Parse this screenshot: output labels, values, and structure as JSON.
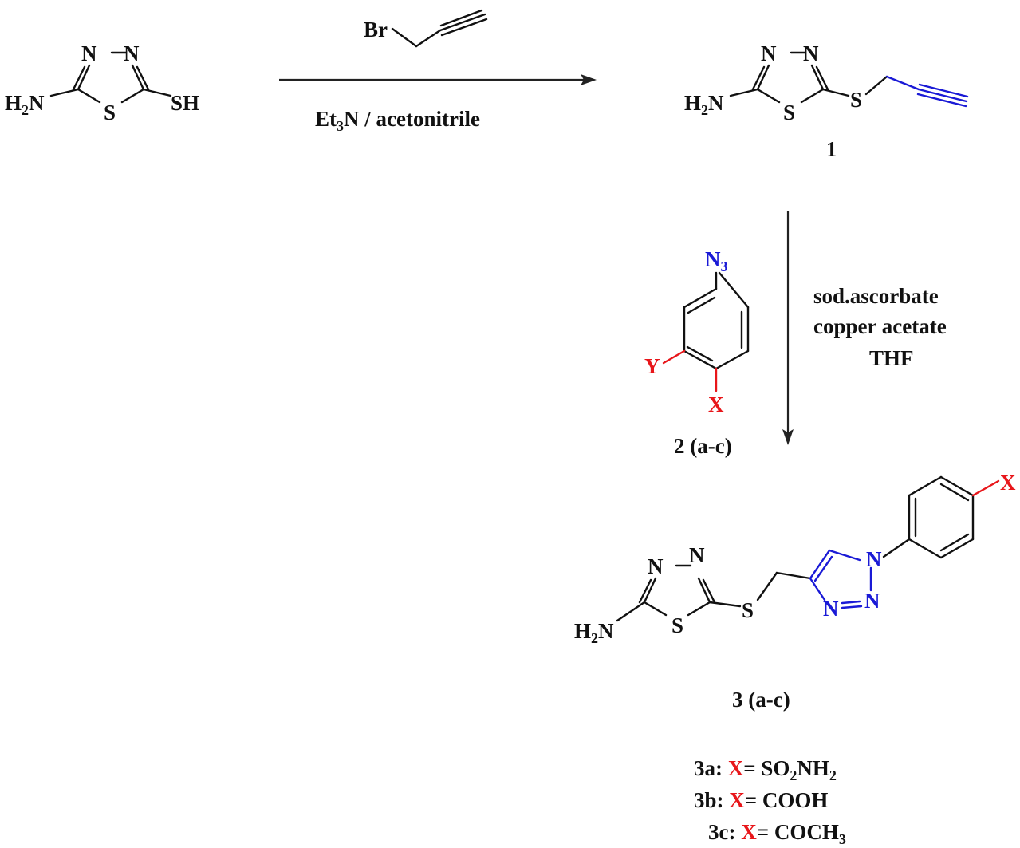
{
  "reagent_top": {
    "name": "Br"
  },
  "conditions_step1": {
    "label": "Et3N / acetonitrile",
    "prefix": "Et",
    "sub": "3",
    "suffix": "N / acetonitrile"
  },
  "conditions_step2": {
    "line1": "sod.ascorbate",
    "line2": "copper acetate",
    "line3": "THF"
  },
  "atoms": {
    "n": "N",
    "s": "S",
    "sh": "SH",
    "h2n_h": "H",
    "h2n_sub": "2",
    "h2n_n": "N",
    "azide_n": "N",
    "azide_sub": "3",
    "x": "X",
    "y": "Y"
  },
  "compound_labels": {
    "c1": "1",
    "c2": "2 (a-c)",
    "c3": "3 (a-c)"
  },
  "legend": [
    {
      "id": "3a:",
      "x": "X",
      "eq": "= SO",
      "sub": "2",
      "rest": "NH",
      "sub2": "2"
    },
    {
      "id": "3b:",
      "x": "X",
      "eq": "= COOH",
      "sub": "",
      "rest": "",
      "sub2": ""
    },
    {
      "id": "3c:",
      "x": "X",
      "eq": "= COCH",
      "sub": "3",
      "rest": "",
      "sub2": ""
    }
  ],
  "colors": {
    "triazole_alkyne": "#1a1ad6",
    "substituent": "#e8161a",
    "ink": "#111111"
  }
}
